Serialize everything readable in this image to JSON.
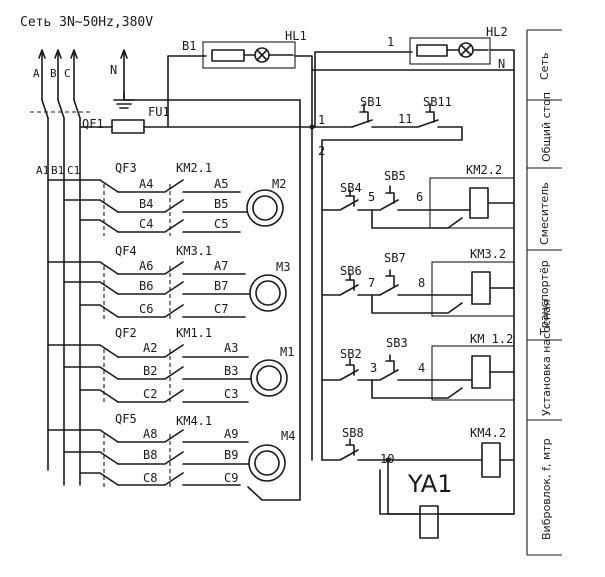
{
  "title": "Сеть 3N~50Hz,380V",
  "phases": {
    "a": "A",
    "b": "B",
    "c": "C",
    "n": "N",
    "a1": "A1",
    "b1": "B1",
    "c1": "C1"
  },
  "top": {
    "qf1": "QF1",
    "fu1": "FU1",
    "b1": "B1",
    "hl1": "HL1",
    "hl2": "HL2",
    "n_right": "N",
    "node1_top": "1"
  },
  "power": {
    "rows": [
      {
        "breaker": "QF3",
        "contactor": "KM2.1",
        "motor": "M2",
        "in_labels": [
          "A4",
          "B4",
          "C4"
        ],
        "out_labels": [
          "A5",
          "B5",
          "C5"
        ]
      },
      {
        "breaker": "QF4",
        "contactor": "KM3.1",
        "motor": "M3",
        "in_labels": [
          "A6",
          "B6",
          "C6"
        ],
        "out_labels": [
          "A7",
          "B7",
          "C7"
        ]
      },
      {
        "breaker": "QF2",
        "contactor": "KM1.1",
        "motor": "M1",
        "in_labels": [
          "A2",
          "B2",
          "C2"
        ],
        "out_labels": [
          "A3",
          "B3",
          "C3"
        ]
      },
      {
        "breaker": "QF5",
        "contactor": "KM4.1",
        "motor": "M4",
        "in_labels": [
          "A8",
          "B8",
          "C8"
        ],
        "out_labels": [
          "A9",
          "B9",
          "C9"
        ]
      }
    ]
  },
  "control": {
    "node1": "1",
    "node2": "2",
    "node11": "11",
    "sb1": "SB1",
    "sb11": "SB11",
    "rows": [
      {
        "stop": "SB4",
        "start": "SB5",
        "n_a": "5",
        "n_b": "6",
        "coil": "KM2.2"
      },
      {
        "stop": "SB6",
        "start": "SB7",
        "n_a": "7",
        "n_b": "8",
        "coil": "KM3.2"
      },
      {
        "stop": "SB2",
        "start": "SB3",
        "n_a": "3",
        "n_b": "4",
        "coil": "KM 1.2"
      }
    ],
    "sb8": "SB8",
    "node10": "10",
    "km42": "KM4.2",
    "ya1": "YA1"
  },
  "side_labels": [
    "Сеть",
    "Общий стоп",
    "Смеситель",
    "Транспортёр",
    "Установка насосная",
    "Вибровлок, f, мтр"
  ]
}
